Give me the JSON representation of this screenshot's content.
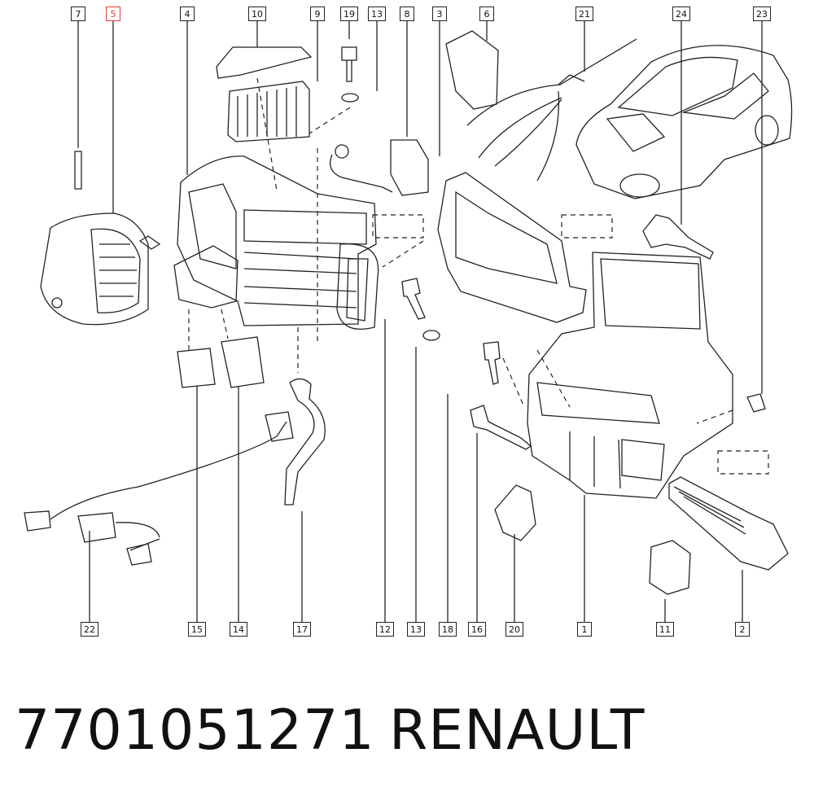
{
  "callouts_top": [
    {
      "n": "7",
      "highlight": false
    },
    {
      "n": "5",
      "highlight": true
    },
    {
      "n": "4",
      "highlight": false
    },
    {
      "n": "10",
      "highlight": false
    },
    {
      "n": "9",
      "highlight": false
    },
    {
      "n": "19",
      "highlight": false
    },
    {
      "n": "13",
      "highlight": false
    },
    {
      "n": "8",
      "highlight": false
    },
    {
      "n": "3",
      "highlight": false
    },
    {
      "n": "6",
      "highlight": false
    },
    {
      "n": "21",
      "highlight": false
    },
    {
      "n": "24",
      "highlight": false
    },
    {
      "n": "23",
      "highlight": false
    }
  ],
  "callouts_bottom": [
    {
      "n": "22"
    },
    {
      "n": "15"
    },
    {
      "n": "14"
    },
    {
      "n": "17"
    },
    {
      "n": "12"
    },
    {
      "n": "13"
    },
    {
      "n": "18"
    },
    {
      "n": "16"
    },
    {
      "n": "20"
    },
    {
      "n": "1"
    },
    {
      "n": "11"
    },
    {
      "n": "2"
    }
  ],
  "caption": {
    "part_number": "7701051271",
    "brand": "RENAULT"
  },
  "colors": {
    "highlight": "#e53935",
    "line": "#222222"
  }
}
